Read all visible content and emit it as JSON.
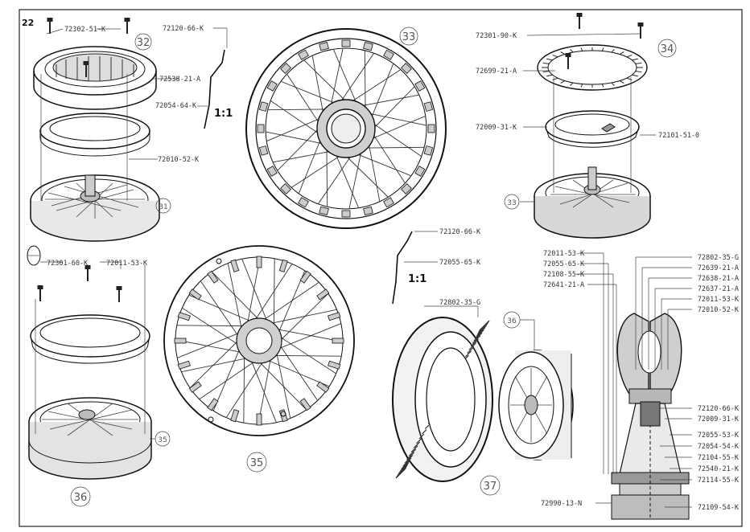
{
  "page_number": "22",
  "scale": {
    "left": "1:1",
    "right": "1:1"
  },
  "callouts": {
    "c31": "31",
    "c32": "32",
    "c33": "33",
    "c34": "34",
    "c33b": "33",
    "c35": "35",
    "c35b": "35",
    "c36": "36",
    "c36b": "36",
    "c37": "37"
  },
  "parts": {
    "p1": "72302-51-K",
    "p2": "72120-66-K",
    "p3": "72538-21-A",
    "p4": "72054-64-K",
    "p5": "72010-52-K",
    "p6": "72301-90-K",
    "p7": "72699-21-A",
    "p8": "72009-31-K",
    "p9": "72101-51-0",
    "p10": "72301-60-K",
    "p11": "72011-53-K",
    "p12": "72120-66-K",
    "p13": "72055-65-K",
    "p14": "72802-35-G",
    "r_left": [
      "72011-53-K",
      "72055-65-K",
      "72108-55-K",
      "72641-21-A"
    ],
    "r_top": [
      "72802-35-G",
      "72639-21-A",
      "72638-21-A",
      "72637-21-A",
      "72011-53-K",
      "72010-52-K"
    ],
    "r_bottom": [
      "72120-66-K",
      "72009-31-K",
      "72055-53-K",
      "72054-54-K",
      "72104-55-K",
      "72540-21-K",
      "72114-55-K",
      "72109-54-K"
    ],
    "r_base": "72990-13-N"
  }
}
